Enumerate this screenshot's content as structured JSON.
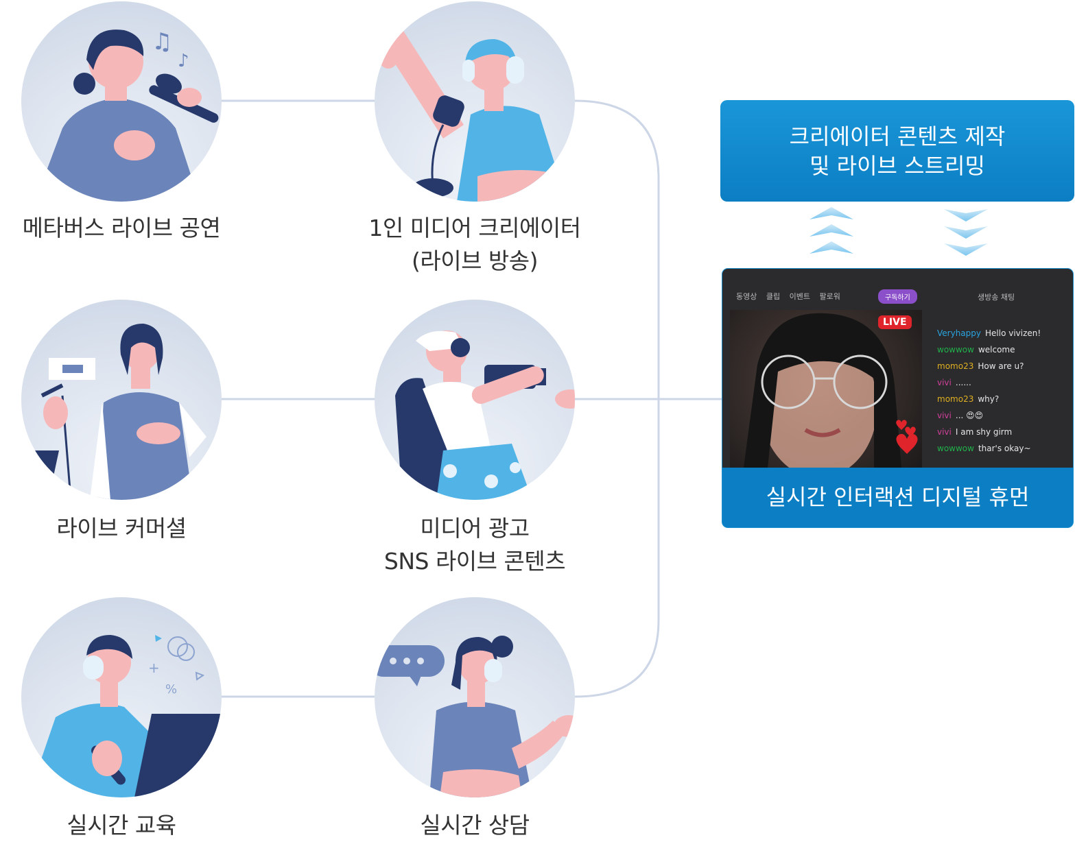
{
  "items": [
    {
      "label_line1": "메타버스 라이브 공연",
      "label_line2": ""
    },
    {
      "label_line1": "1인 미디어 크리에이터",
      "label_line2": "(라이브 방송)"
    },
    {
      "label_line1": "라이브 커머셜",
      "label_line2": ""
    },
    {
      "label_line1": "미디어 광고",
      "label_line2": "SNS 라이브 콘텐츠"
    },
    {
      "label_line1": "실시간 교육",
      "label_line2": ""
    },
    {
      "label_line1": "실시간 상담",
      "label_line2": ""
    }
  ],
  "banner": {
    "line1": "크리에이터 콘텐츠 제작",
    "line2": "및 라이브 스트리밍"
  },
  "stream": {
    "nav": [
      "동영상",
      "클립",
      "이벤트",
      "팔로워"
    ],
    "subscribe": "구독하기",
    "chat_title": "생방송 채팅",
    "live": "LIVE",
    "chat": [
      {
        "user": "Veryhappy",
        "msg": "Hello vivizen!",
        "color": "#2aa4e0"
      },
      {
        "user": "wowwow",
        "msg": "welcome",
        "color": "#20b04a"
      },
      {
        "user": "momo23",
        "msg": "How are u?",
        "color": "#e0b020"
      },
      {
        "user": "vivi",
        "msg": "......",
        "color": "#d0409a"
      },
      {
        "user": "momo23",
        "msg": "why?",
        "color": "#e0b020"
      },
      {
        "user": "vivi",
        "msg": "... 😍😍",
        "color": "#d0409a"
      },
      {
        "user": "vivi",
        "msg": "I am shy girm",
        "color": "#d0409a"
      },
      {
        "user": "wowwow",
        "msg": "thar's okay~",
        "color": "#20b04a"
      }
    ],
    "title": "실시간 인터랙션 디지털 휴먼"
  },
  "colors": {
    "accent": "#0c7ec4",
    "line": "#cdd6e6",
    "circle": "#dde4ef"
  }
}
